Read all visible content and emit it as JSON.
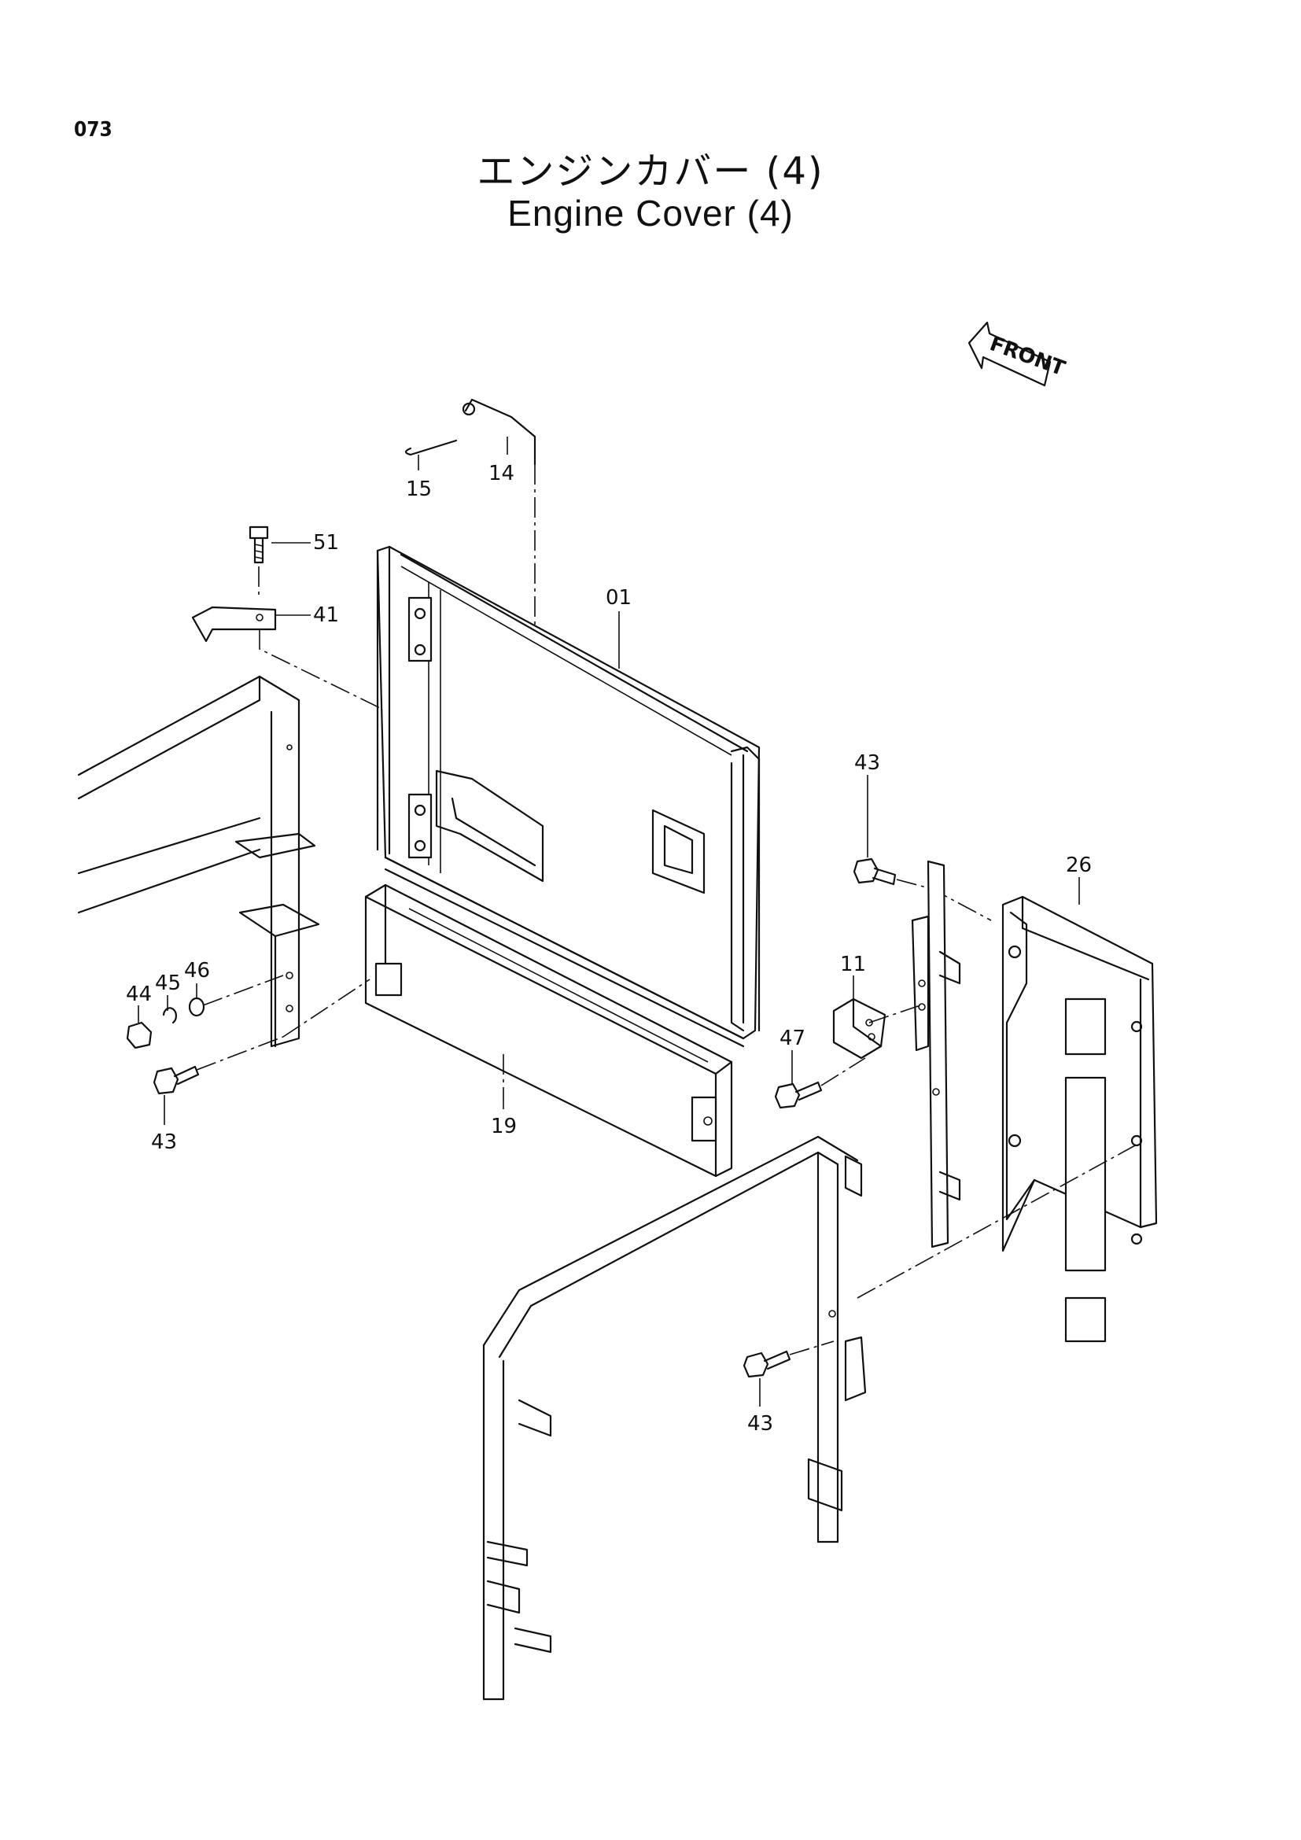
{
  "page": {
    "number": "073",
    "title_jp": "エンジンカバー (4)",
    "title_en": "Engine Cover (4)"
  },
  "orientation": {
    "front_label": "FRONT"
  },
  "parts": [
    {
      "id": "p14",
      "label": "14"
    },
    {
      "id": "p15",
      "label": "15"
    },
    {
      "id": "p51",
      "label": "51"
    },
    {
      "id": "p41",
      "label": "41"
    },
    {
      "id": "p01",
      "label": "01"
    },
    {
      "id": "p43a",
      "label": "43"
    },
    {
      "id": "p26",
      "label": "26"
    },
    {
      "id": "p46",
      "label": "46"
    },
    {
      "id": "p45",
      "label": "45"
    },
    {
      "id": "p44",
      "label": "44"
    },
    {
      "id": "p11",
      "label": "11"
    },
    {
      "id": "p47",
      "label": "47"
    },
    {
      "id": "p43b",
      "label": "43"
    },
    {
      "id": "p19",
      "label": "19"
    },
    {
      "id": "p43c",
      "label": "43"
    }
  ]
}
